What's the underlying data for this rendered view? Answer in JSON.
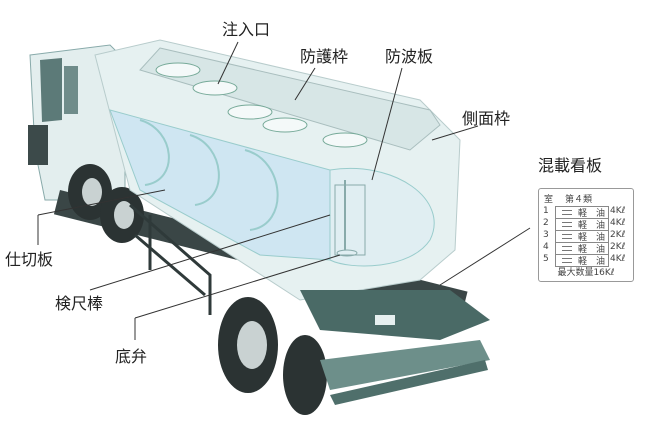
{
  "labels": {
    "inlet": "注入口",
    "guard_frame": "防護枠",
    "baffle": "防波板",
    "side_frame": "側面枠",
    "placard": "混載看板",
    "partition": "仕切板",
    "dipstick": "検尺棒",
    "bottom_valve": "底弁"
  },
  "placard": {
    "header_left": "室",
    "header_right": "第４類",
    "rows": [
      {
        "no": "1",
        "name": "軽　油",
        "qty": "4Kℓ"
      },
      {
        "no": "2",
        "name": "軽　油",
        "qty": "4Kℓ"
      },
      {
        "no": "3",
        "name": "軽　油",
        "qty": "2Kℓ"
      },
      {
        "no": "4",
        "name": "軽　油",
        "qty": "2Kℓ"
      },
      {
        "no": "5",
        "name": "軽　油",
        "qty": "4Kℓ"
      }
    ],
    "footer": "最大数量16Kℓ"
  },
  "colors": {
    "tank": "#e6f1f1",
    "liquid": "#cfe6f2",
    "frame": "#4a6a66",
    "dark": "#2f3a3a"
  }
}
